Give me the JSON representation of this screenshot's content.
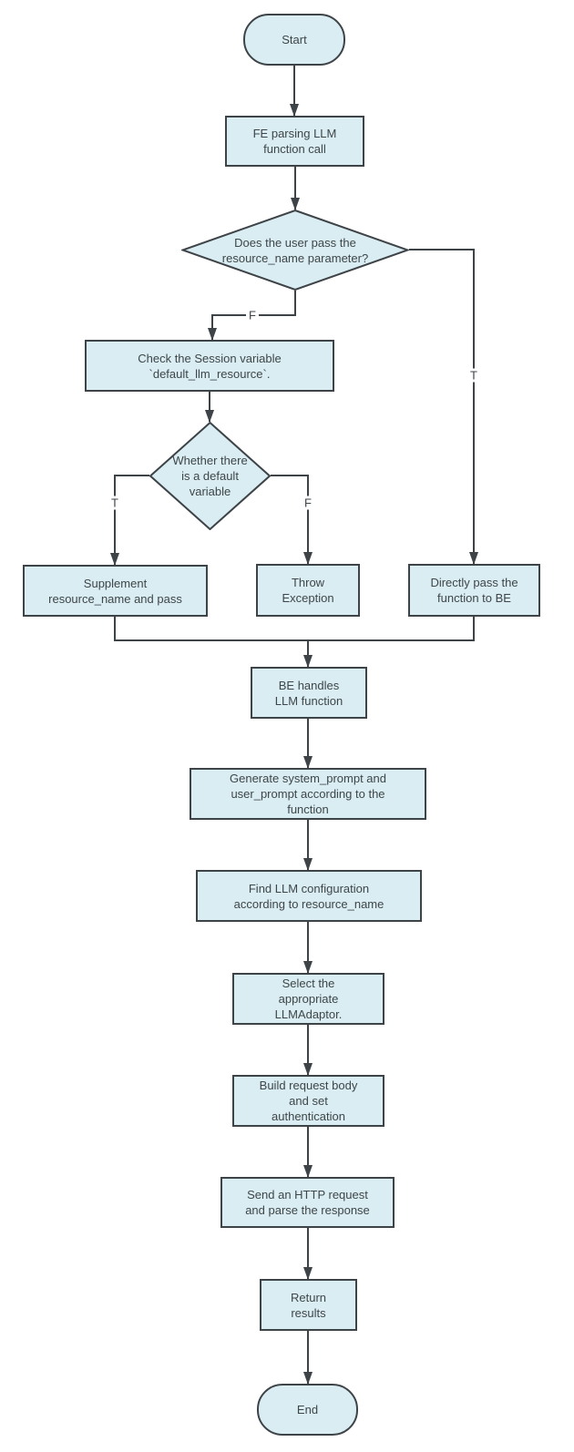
{
  "theme": {
    "background": "#ffffff",
    "node_fill": "#d9edf2",
    "node_stroke": "#3e4347",
    "text_color": "#3f4649",
    "line_color": "#3e4347"
  },
  "diagram": {
    "type": "flowchart",
    "nodes": {
      "start": {
        "shape": "terminator",
        "lines": [
          "Start"
        ]
      },
      "fe_parsing": {
        "shape": "process",
        "lines": [
          "FE parsing LLM",
          "function call"
        ]
      },
      "user_pass_decision": {
        "shape": "decision",
        "lines": [
          "Does the user pass the",
          "resource_name parameter?"
        ]
      },
      "check_session": {
        "shape": "process",
        "lines": [
          "Check the Session variable",
          "`default_llm_resource`."
        ]
      },
      "default_var_decision": {
        "shape": "decision",
        "lines": [
          "Whether there",
          "is a default",
          "variable"
        ]
      },
      "supplement": {
        "shape": "process",
        "lines": [
          "Supplement",
          "resource_name and pass"
        ]
      },
      "throw_exception": {
        "shape": "process",
        "lines": [
          "Throw",
          "Exception"
        ]
      },
      "direct_pass": {
        "shape": "process",
        "lines": [
          "Directly pass the",
          "function to BE"
        ]
      },
      "be_handles": {
        "shape": "process",
        "lines": [
          "BE handles",
          "LLM function"
        ]
      },
      "generate_prompts": {
        "shape": "process",
        "lines": [
          "Generate system_prompt and",
          "user_prompt according to the",
          "function"
        ]
      },
      "find_config": {
        "shape": "process",
        "lines": [
          "Find LLM configuration",
          "according to resource_name"
        ]
      },
      "select_adaptor": {
        "shape": "process",
        "lines": [
          "Select the",
          "appropriate",
          "LLMAdaptor."
        ]
      },
      "build_request": {
        "shape": "process",
        "lines": [
          "Build request body",
          "and set",
          "authentication"
        ]
      },
      "send_request": {
        "shape": "process",
        "lines": [
          "Send an HTTP request",
          "and parse the response"
        ]
      },
      "return_results": {
        "shape": "process",
        "lines": [
          "Return",
          "results"
        ]
      },
      "end": {
        "shape": "terminator",
        "lines": [
          "End"
        ]
      }
    },
    "edge_labels": {
      "user_pass_false": "F",
      "user_pass_true": "T",
      "default_var_true": "T",
      "default_var_false": "F"
    }
  }
}
